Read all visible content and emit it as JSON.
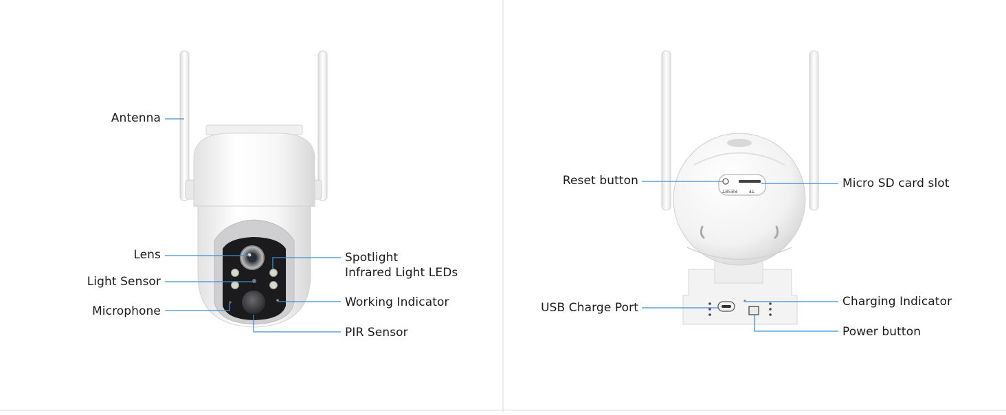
{
  "front_view": {
    "callouts": {
      "antenna": "Antenna",
      "lens": "Lens",
      "light_sensor": "Light Sensor",
      "microphone": "Microphone",
      "spotlight": "Spotlight",
      "infrared_leds": "Infrared Light LEDs",
      "working_indicator": "Working Indicator",
      "pir_sensor": "PIR Sensor"
    }
  },
  "back_view": {
    "callouts": {
      "reset_button": "Reset button",
      "micro_sd_slot": "Micro SD card slot",
      "usb_charge_port": "USB Charge Port",
      "charging_indicator": "Charging Indicator",
      "power_button": "Power button"
    },
    "panel_markings": {
      "reset": "RESET",
      "tf": "TF"
    }
  },
  "colors": {
    "leader_line": "#3a8fd8",
    "divider": "#e6e6e6",
    "camera_body": "#f4f4f4",
    "camera_face": "#1b1b1d"
  }
}
